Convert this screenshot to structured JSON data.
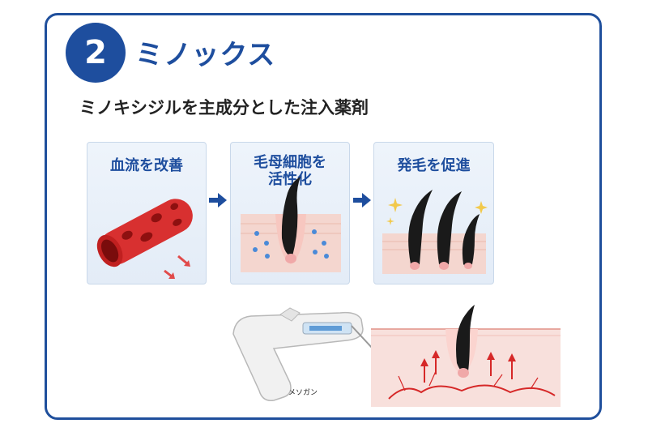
{
  "badge_number": "2",
  "title": "ミノックス",
  "subtitle": "ミノキシジルを主成分とした注入薬剤",
  "steps": [
    {
      "line1": "血流を改善",
      "line2": ""
    },
    {
      "line1": "毛母細胞を",
      "line2": "活性化"
    },
    {
      "line1": "発毛を促進",
      "line2": ""
    }
  ],
  "device_label": "メソガン",
  "colors": {
    "brand_blue": "#1e4e9e",
    "vessel_red": "#d83030",
    "hair": "#1a1a1a",
    "skin": "#f4d6cf"
  }
}
